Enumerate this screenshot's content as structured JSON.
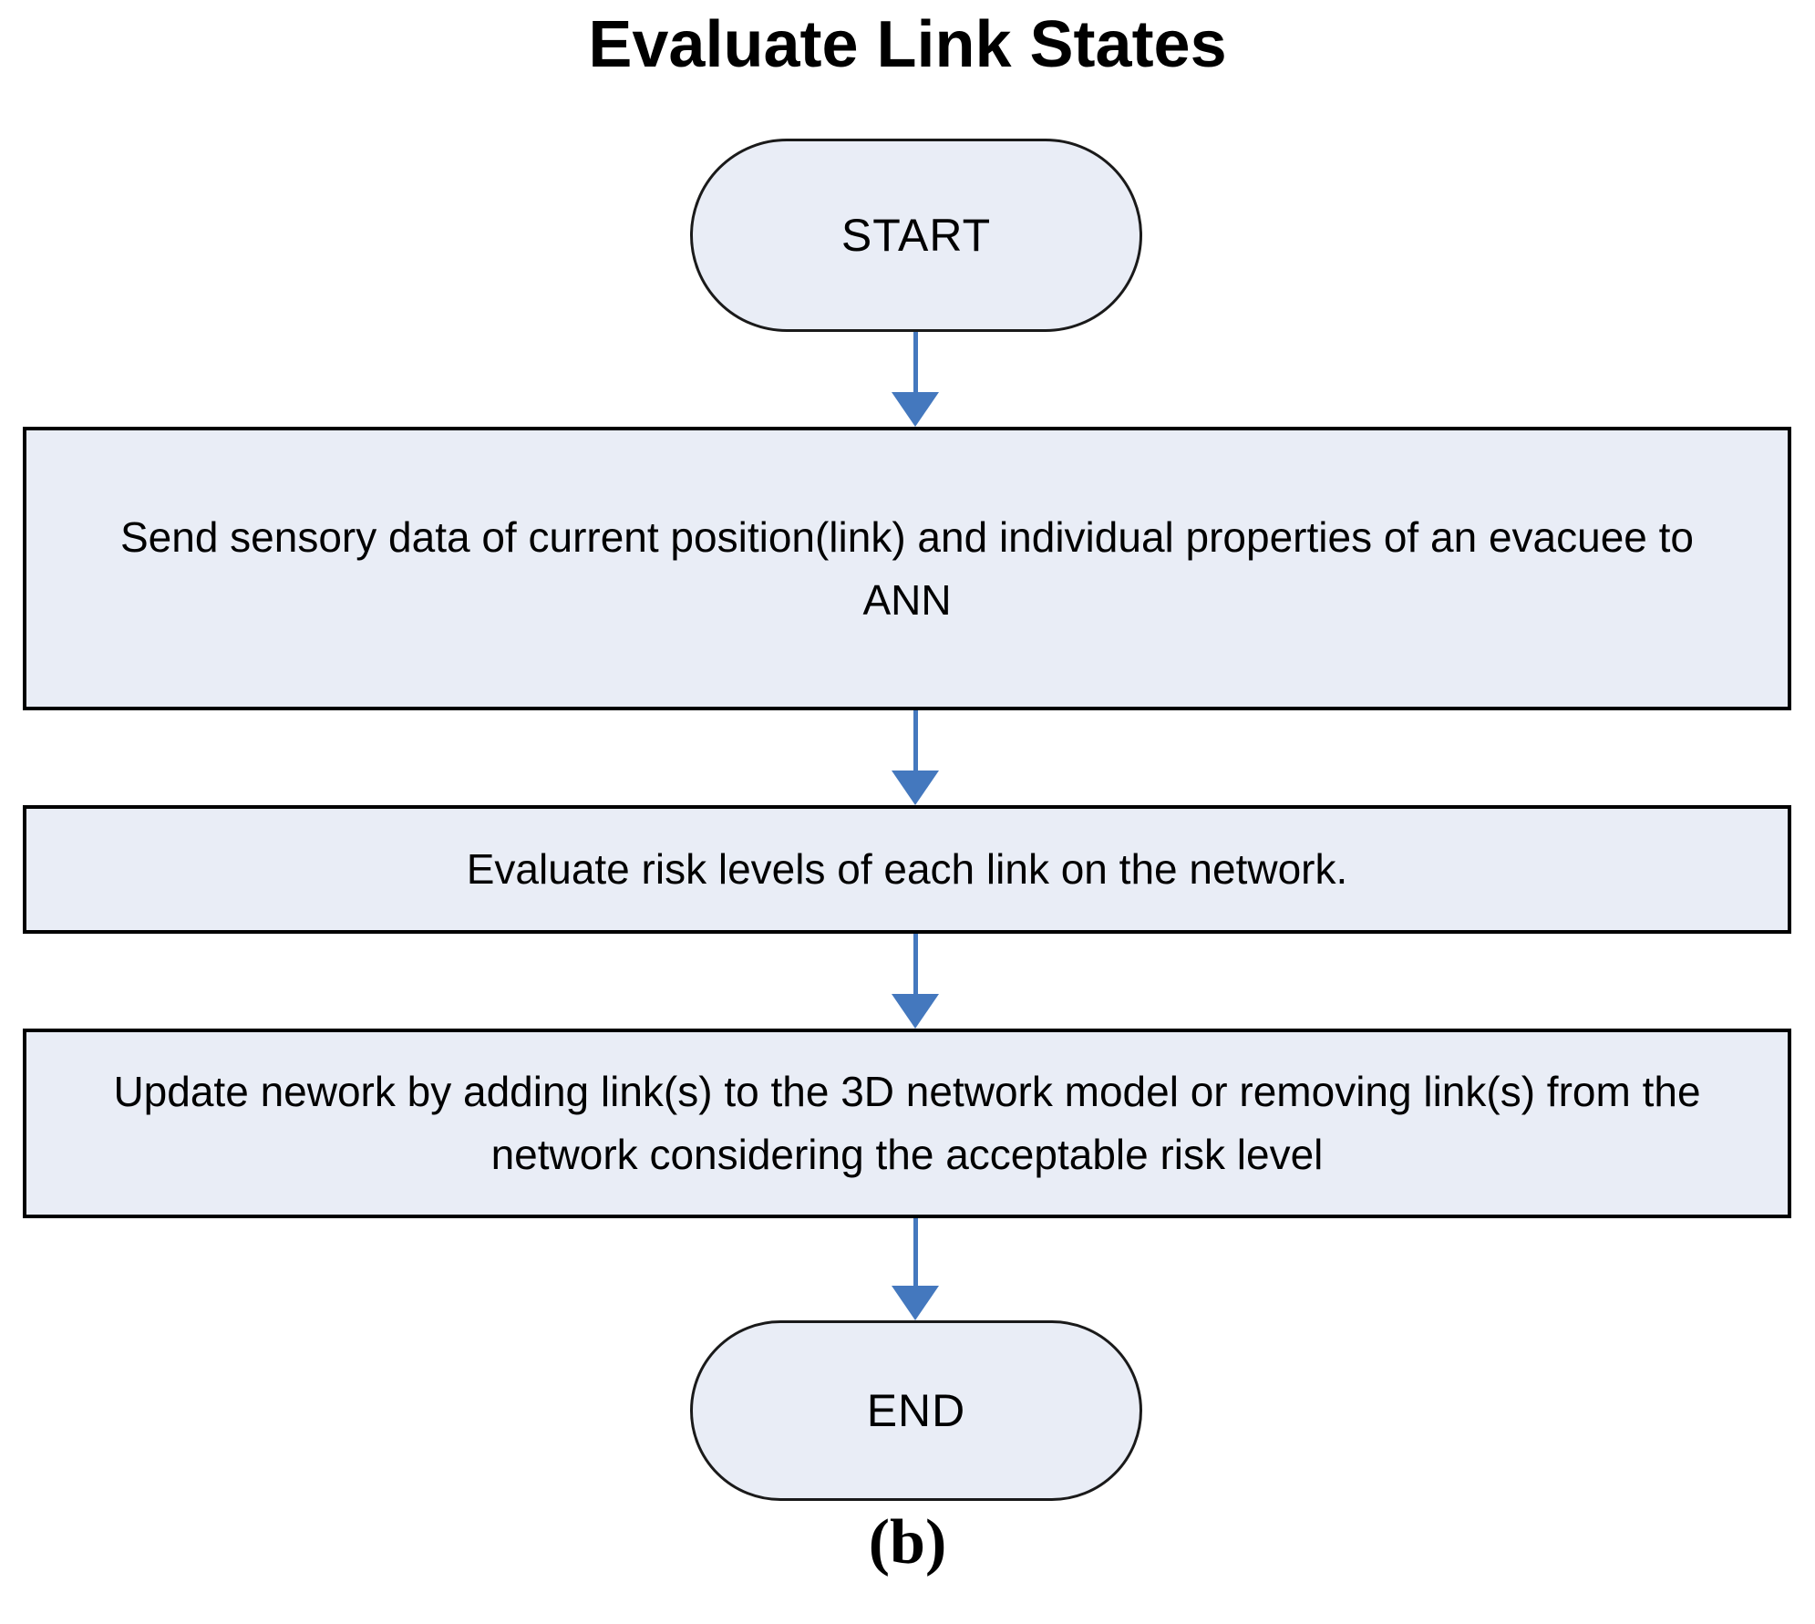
{
  "title": "Evaluate Link States",
  "caption": "(b)",
  "colors": {
    "background": "#ffffff",
    "node_fill": "#e9edf6",
    "node_border": "#000000",
    "arrow": "#4478be",
    "text": "#000000"
  },
  "flowchart": {
    "direction": "top-down",
    "start_label": "START",
    "end_label": "END",
    "steps": [
      "Send sensory data of current position(link) and individual properties of an evacuee to ANN",
      "Evaluate risk levels of each link on the network.",
      "Update nework by adding link(s) to the 3D network model or removing link(s) from the network considering the acceptable risk level"
    ]
  }
}
